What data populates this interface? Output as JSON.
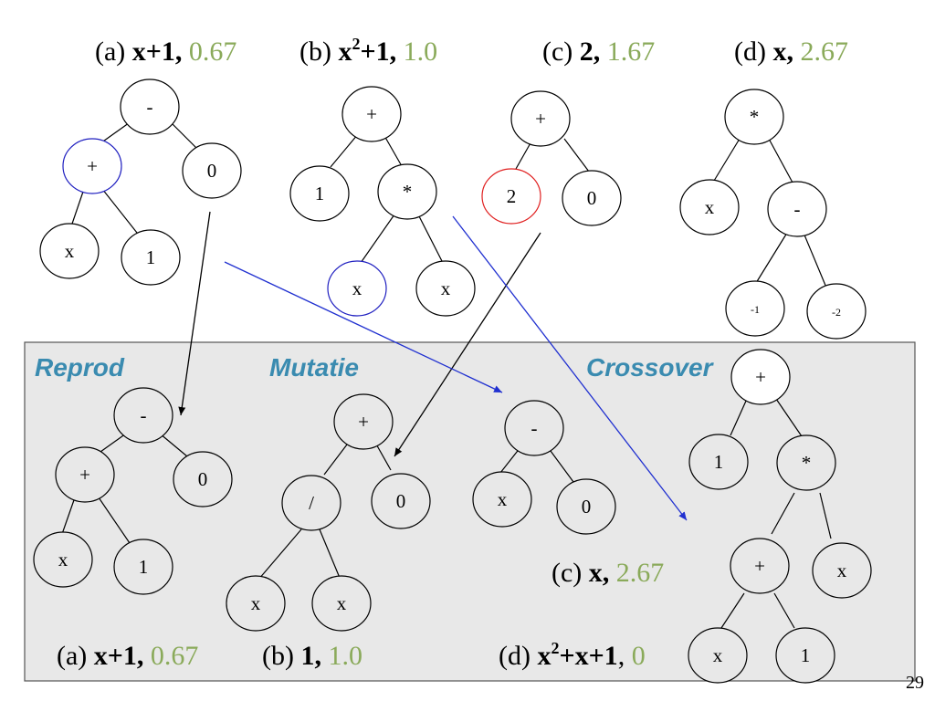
{
  "top_captions": {
    "a": {
      "prefix": "(a) ",
      "expr": "x+1,",
      "fitness": "0.67"
    },
    "b": {
      "prefix": "(b) ",
      "expr_base": "x",
      "expr_sup": "2",
      "expr_rest": "+1,",
      "fitness": "1.0"
    },
    "c": {
      "prefix": "(c) ",
      "expr": "2,",
      "fitness": "1.67"
    },
    "d": {
      "prefix": "(d) ",
      "expr": "x,",
      "fitness": "2.67"
    }
  },
  "operations": {
    "reprod": "Reprod",
    "mutatie": "Mutatie",
    "crossover": "Crossover"
  },
  "bottom_captions": {
    "a": {
      "prefix": "(a) ",
      "expr": "x+1,",
      "fitness": "0.67"
    },
    "b": {
      "prefix": "(b) ",
      "expr": "1,",
      "fitness": "1.0"
    },
    "c": {
      "prefix": "(c) ",
      "expr": "x,",
      "fitness": "2.67"
    },
    "d": {
      "prefix": "(d) ",
      "expr_base": "x",
      "expr_sup": "2",
      "expr_rest": "+x+1",
      "sep": ", ",
      "fitness": "0"
    }
  },
  "trees": {
    "a_top": [
      "-",
      "+",
      "0",
      "x",
      "1"
    ],
    "b_top": [
      "+",
      "1",
      "*",
      "x",
      "x"
    ],
    "c_top": [
      "+",
      "2",
      "0"
    ],
    "d_top": [
      "*",
      "x",
      "-",
      "-1",
      "-2"
    ],
    "reprod": [
      "-",
      "+",
      "0",
      "x",
      "1"
    ],
    "mutatie": [
      "+",
      "/",
      "0",
      "x",
      "x"
    ],
    "mutatie_c": [
      "-",
      "x",
      "0"
    ],
    "crossover": [
      "+",
      "1",
      "*",
      "+",
      "x",
      "x",
      "1"
    ]
  },
  "colors": {
    "fitness": "#8aaa5a",
    "operation_label": "#3a8bb0",
    "panel_fill": "#e8e8e8",
    "highlight_blue": "#2020c0",
    "highlight_red": "#e02020",
    "arrow_blue": "#2030d0"
  },
  "page_number": "29"
}
